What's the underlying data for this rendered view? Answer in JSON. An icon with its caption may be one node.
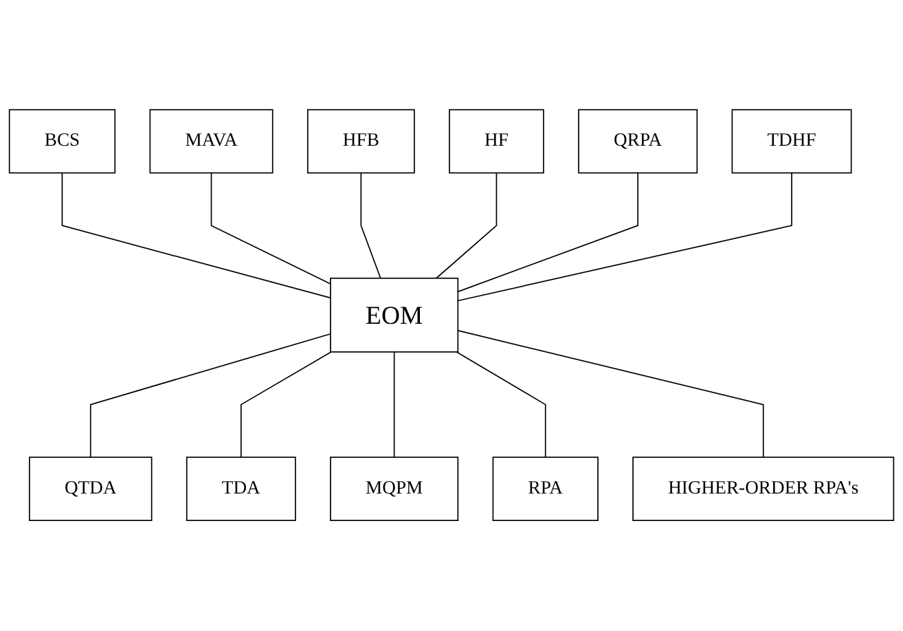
{
  "diagram": {
    "nodes": [
      {
        "text": [
          "BCS"
        ]
      },
      {
        "text": [
          "MAVA"
        ]
      },
      {
        "text": [
          "HFB"
        ]
      },
      {
        "text": [
          "HF"
        ]
      },
      {
        "text": [
          "QRPA"
        ]
      },
      {
        "text": [
          "EOM"
        ]
      },
      {
        "text": [
          "TDHF"
        ]
      },
      {
        "text": [
          "QTDA"
        ]
      },
      {
        "text": [
          "TDA"
        ]
      },
      {
        "text": [
          "MQPM"
        ]
      },
      {
        "text": [
          "RPA"
        ]
      },
      {
        "text": [
          "HIGHER-ORDER RPA's"
        ]
      }
    ],
    "edges": [
      {
        "from": 0,
        "to": 5,
        "arrow": "none"
      },
      {
        "from": 1,
        "to": 5,
        "arrow": "none"
      },
      {
        "from": 2,
        "to": 5,
        "arrow": "none"
      },
      {
        "from": 3,
        "to": 5,
        "arrow": "none"
      },
      {
        "from": 4,
        "to": 5,
        "arrow": "none"
      },
      {
        "from": 6,
        "to": 5,
        "arrow": "none"
      },
      {
        "from": 5,
        "to": 7,
        "arrow": "none"
      },
      {
        "from": 5,
        "to": 8,
        "arrow": "none"
      },
      {
        "from": 5,
        "to": 9,
        "arrow": "none"
      },
      {
        "from": 5,
        "to": 10,
        "arrow": "none"
      },
      {
        "from": 5,
        "to": 11,
        "arrow": "none"
      }
    ]
  }
}
